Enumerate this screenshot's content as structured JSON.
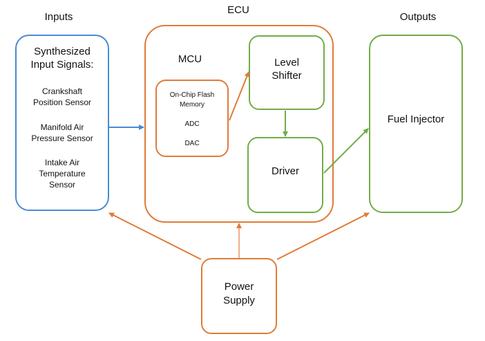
{
  "headers": {
    "inputs": "Inputs",
    "ecu": "ECU",
    "outputs": "Outputs"
  },
  "inputs_box": {
    "title_line1": "Synthesized",
    "title_line2": "Input Signals:",
    "sensors": [
      {
        "line1": "Crankshaft",
        "line2": "Position Sensor"
      },
      {
        "line1": "Manifold Air",
        "line2": "Pressure Sensor"
      },
      {
        "line1": "Intake Air",
        "line2": "Temperature",
        "line3": "Sensor"
      }
    ]
  },
  "ecu": {
    "mcu_label": "MCU",
    "mcu_items": {
      "flash_line1": "On-Chip Flash",
      "flash_line2": "Memory",
      "adc": "ADC",
      "dac": "DAC"
    },
    "level_shifter_line1": "Level",
    "level_shifter_line2": "Shifter",
    "driver": "Driver"
  },
  "fuel_injector": "Fuel Injector",
  "power_supply_line1": "Power",
  "power_supply_line2": "Supply",
  "colors": {
    "orange": "#E07B39",
    "green": "#70AD47",
    "blue": "#4A8AD4"
  }
}
